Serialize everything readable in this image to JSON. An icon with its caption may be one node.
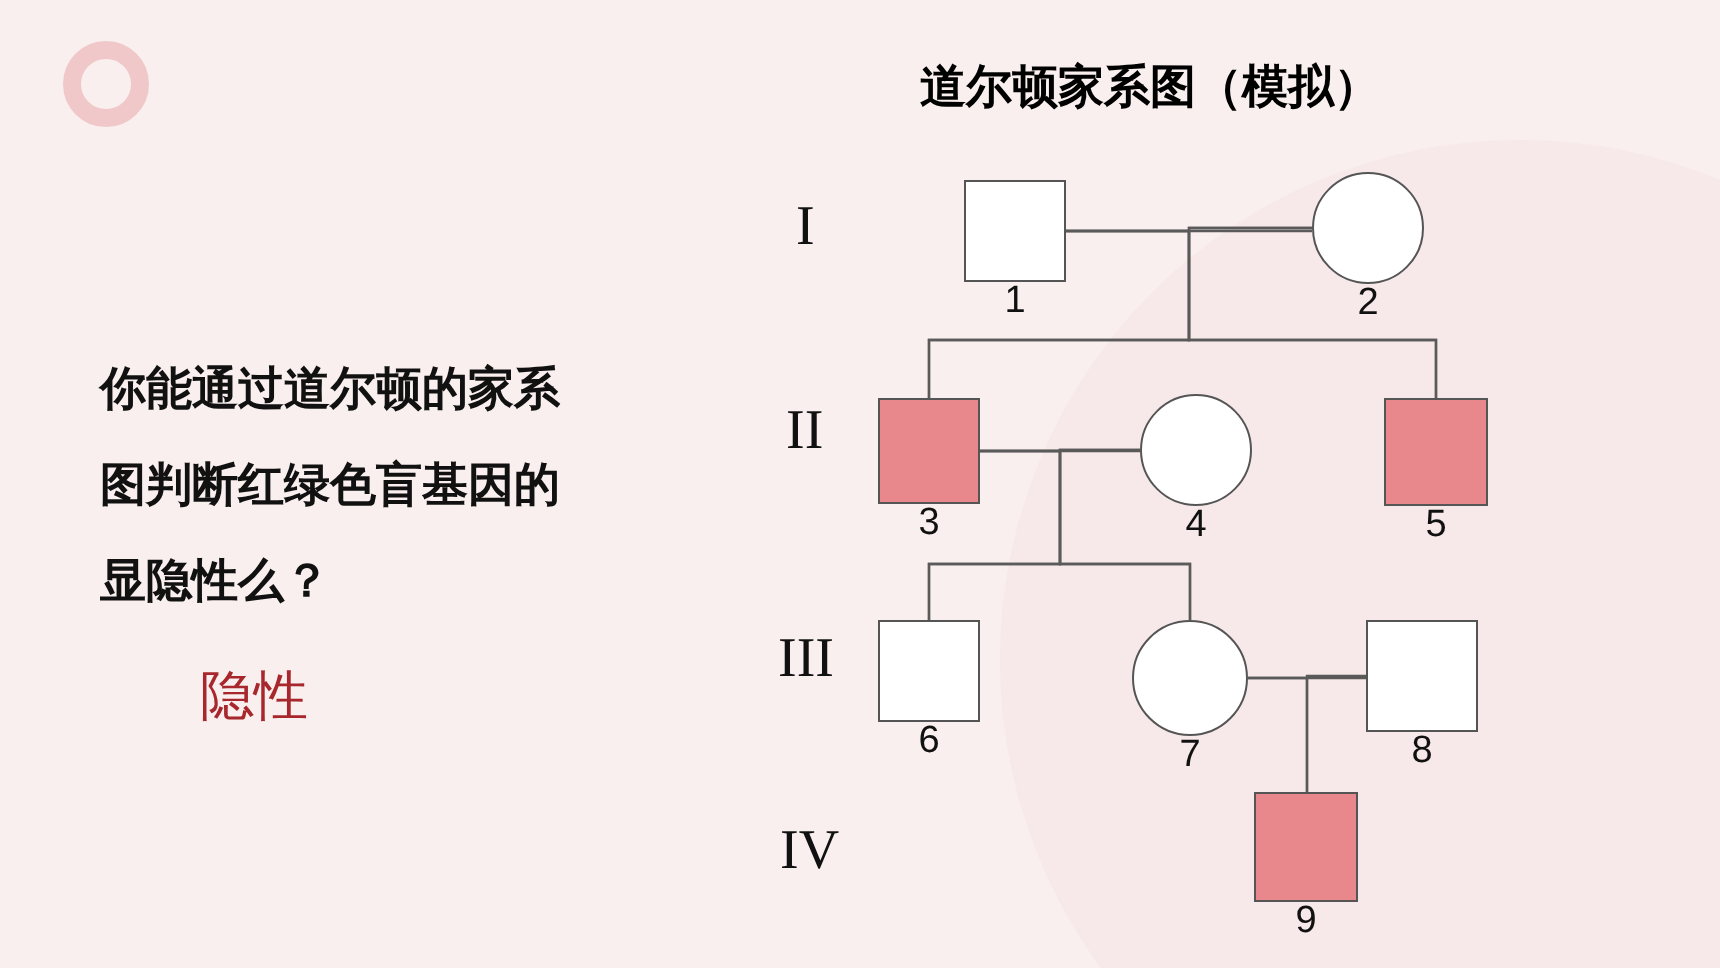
{
  "diagram": {
    "title": "道尔顿家系图（模拟）",
    "nodes": [
      {
        "text": [],
        "shape": "box",
        "beside": [
          "1"
        ]
      },
      {
        "text": [],
        "shape": "circle",
        "beside": [
          "2"
        ]
      },
      {
        "text": [],
        "shape": "box",
        "beside": [
          "3"
        ]
      },
      {
        "text": [],
        "shape": "circle",
        "beside": [
          "4"
        ]
      },
      {
        "text": [],
        "shape": "box",
        "beside": [
          "5"
        ]
      },
      {
        "text": [],
        "shape": "box",
        "beside": [
          "6"
        ]
      },
      {
        "text": [],
        "shape": "circle",
        "beside": [
          "7"
        ]
      },
      {
        "text": [],
        "shape": "box",
        "beside": [
          "8"
        ]
      },
      {
        "text": [],
        "shape": "box",
        "beside": [
          "9"
        ]
      }
    ],
    "edges": [
      {
        "from": 0,
        "to": 1,
        "arrow": "none"
      },
      {
        "from": 0,
        "to": 2,
        "arrow": "none"
      },
      {
        "from": 1,
        "to": 2,
        "arrow": "none"
      },
      {
        "from": 0,
        "to": 4,
        "arrow": "none"
      },
      {
        "from": 1,
        "to": 4,
        "arrow": "none"
      },
      {
        "from": 2,
        "to": 3,
        "arrow": "none"
      },
      {
        "from": 2,
        "to": 5,
        "arrow": "none"
      },
      {
        "from": 3,
        "to": 5,
        "arrow": "none"
      },
      {
        "from": 2,
        "to": 6,
        "arrow": "none"
      },
      {
        "from": 3,
        "to": 6,
        "arrow": "none"
      },
      {
        "from": 6,
        "to": 7,
        "arrow": "none"
      },
      {
        "from": 6,
        "to": 8,
        "arrow": "none"
      },
      {
        "from": 7,
        "to": 8,
        "arrow": "none"
      }
    ],
    "labels": [
      "I",
      "II",
      "III",
      "IV",
      "你能通过道尔顿的家系图判断红绿色盲基因的显隐性么？",
      "隐性"
    ]
  }
}
